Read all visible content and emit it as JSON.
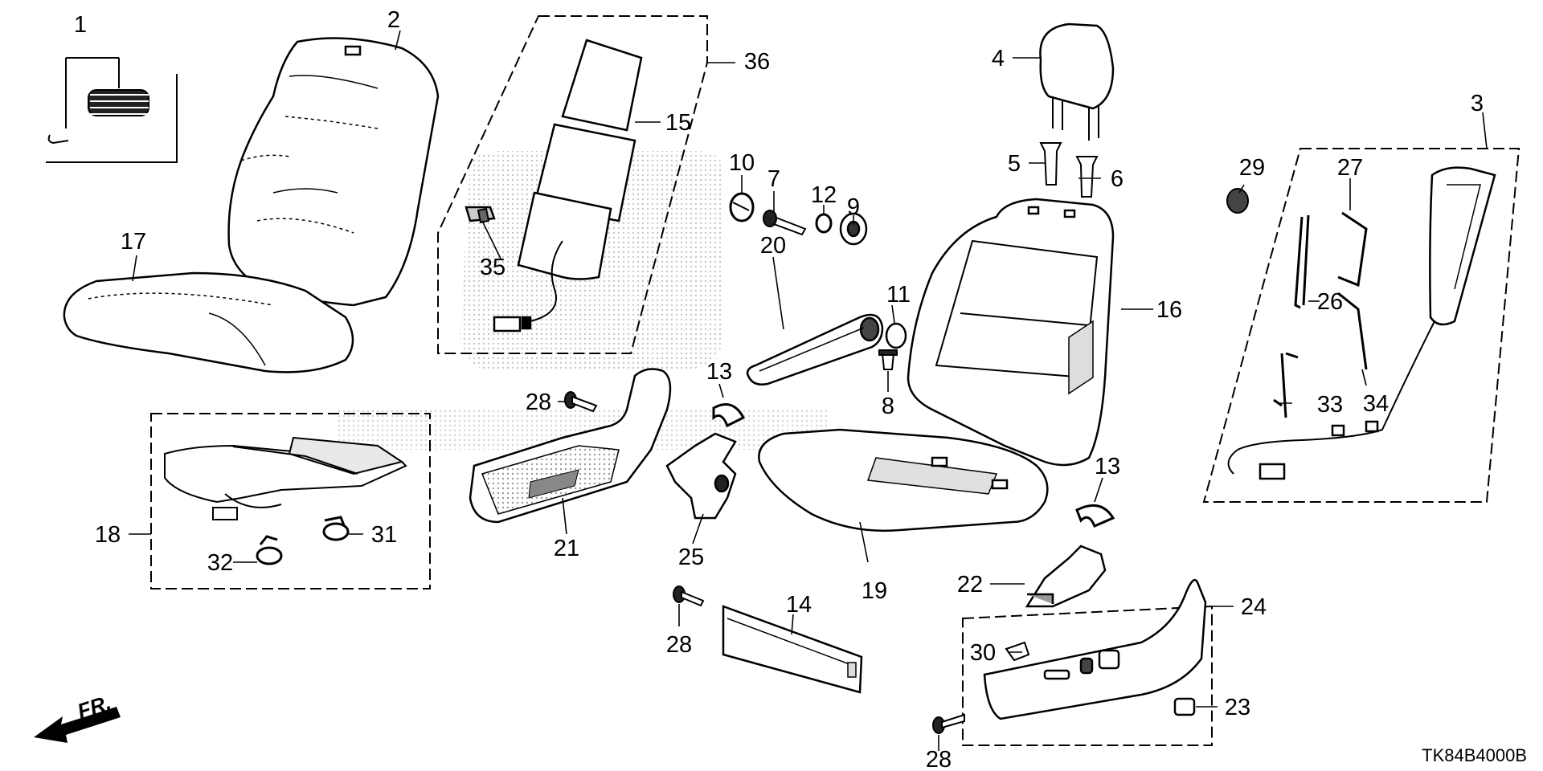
{
  "diagram": {
    "drawing_code": "TK84B4000B",
    "front_marker": "FR.",
    "callouts": [
      "1",
      "2",
      "3",
      "4",
      "5",
      "6",
      "7",
      "8",
      "9",
      "10",
      "11",
      "12",
      "13",
      "13",
      "14",
      "15",
      "16",
      "17",
      "18",
      "19",
      "20",
      "21",
      "22",
      "23",
      "24",
      "25",
      "26",
      "27",
      "28",
      "28",
      "28",
      "29",
      "30",
      "31",
      "32",
      "33",
      "34",
      "35",
      "36"
    ]
  }
}
